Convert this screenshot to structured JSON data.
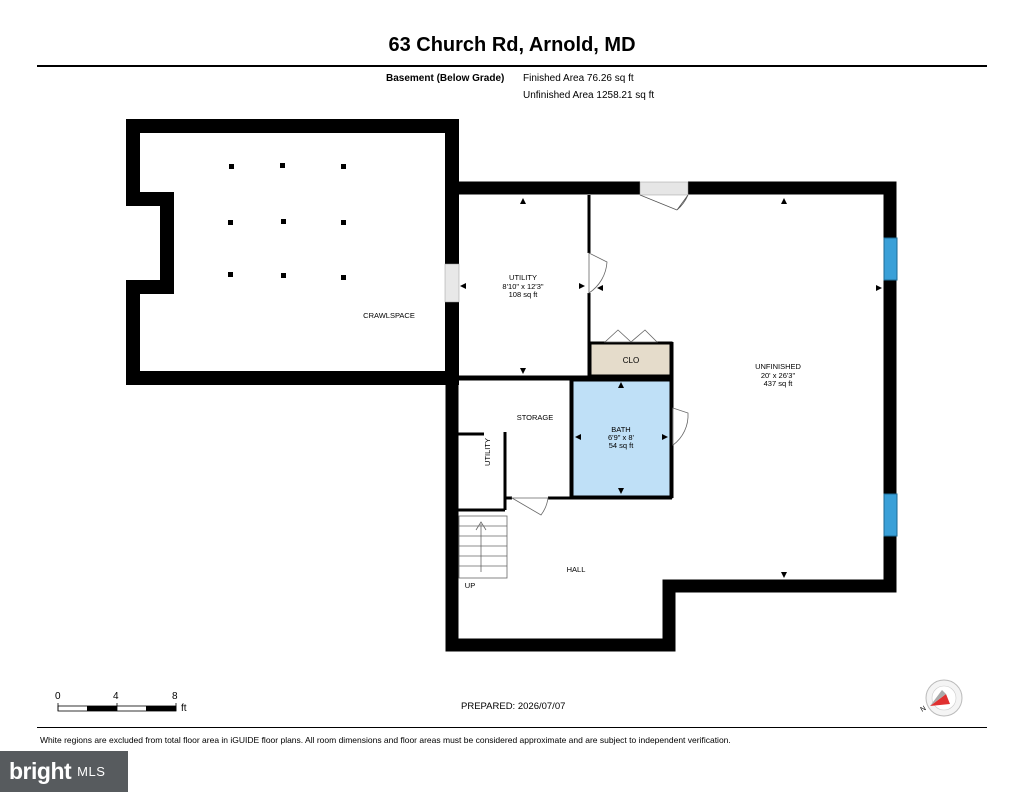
{
  "header": {
    "title": "63 Church Rd, Arnold, MD",
    "level_label": "Basement (Below Grade)",
    "finished_area": "Finished Area 76.26 sq ft",
    "unfinished_area": "Unfinished Area 1258.21 sq ft"
  },
  "rooms": {
    "crawlspace": "CRAWLSPACE",
    "utility_name": "UTILITY",
    "utility_dims": "8'10\" x 12'3\"",
    "utility_area": "108 sq ft",
    "clo": "CLO",
    "unfinished_name": "UNFINISHED",
    "unfinished_dims": "20' x 26'3\"",
    "unfinished_area": "437 sq ft",
    "storage": "STORAGE",
    "utility_small": "UTILITY",
    "bath_name": "BATH",
    "bath_dims": "6'9\" x 8'",
    "bath_area": "54 sq ft",
    "hall": "HALL",
    "stairs_up": "UP"
  },
  "scale": {
    "ticks": [
      "0",
      "4",
      "8"
    ],
    "unit": "ft"
  },
  "prepared": "PREPARED: 2026/07/07",
  "disclaimer": "White regions are excluded from total floor area in iGUIDE floor plans. All room dimensions and floor areas must be considered approximate and are subject to independent verification.",
  "branding": {
    "main": "bright",
    "suffix": "MLS"
  },
  "colors": {
    "wall": "#000000",
    "bath_fill": "#bfe0f7",
    "closet_fill": "#e5dccb",
    "window": "#3aa0d8",
    "compass_accent": "#e03030",
    "brand_bg": "#575b5e"
  },
  "icons": [
    "compass-icon",
    "door-swing-icon",
    "column-post-icon",
    "window-icon",
    "stairs-icon"
  ]
}
